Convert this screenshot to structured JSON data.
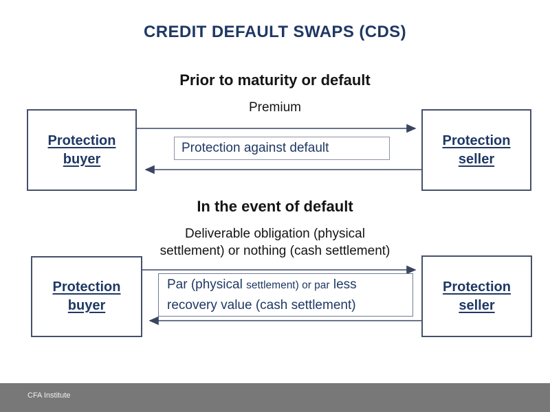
{
  "slide": {
    "title": "CREDIT DEFAULT SWAPS (CDS)",
    "sections": [
      {
        "heading": "Prior to maturity or default",
        "flow_top_label": "Premium",
        "buyer_label": "Protection buyer",
        "seller_label": "Protection seller",
        "return_box_text": "Protection against default"
      },
      {
        "heading": "In the event of default",
        "flow_top_label_lines": [
          "Deliverable obligation (physical",
          "settlement) or nothing (cash settlement)"
        ],
        "buyer_label": "Protection buyer",
        "seller_label": "Protection seller",
        "return_box_segments": {
          "a": "Par (physical ",
          "b": "settlement) or par",
          "c": " less",
          "line2": "recovery value (cash settlement)"
        }
      }
    ],
    "footer": {
      "brand": "CFA Institute"
    },
    "colors": {
      "heading_navy": "#1f3864",
      "body_black": "#141414",
      "node_border": "#44506b",
      "inner_box_border": "#8b93a5",
      "arrow": "#3a4660",
      "footer_bg": "#787878",
      "footer_text": "#f2f2f2"
    }
  }
}
